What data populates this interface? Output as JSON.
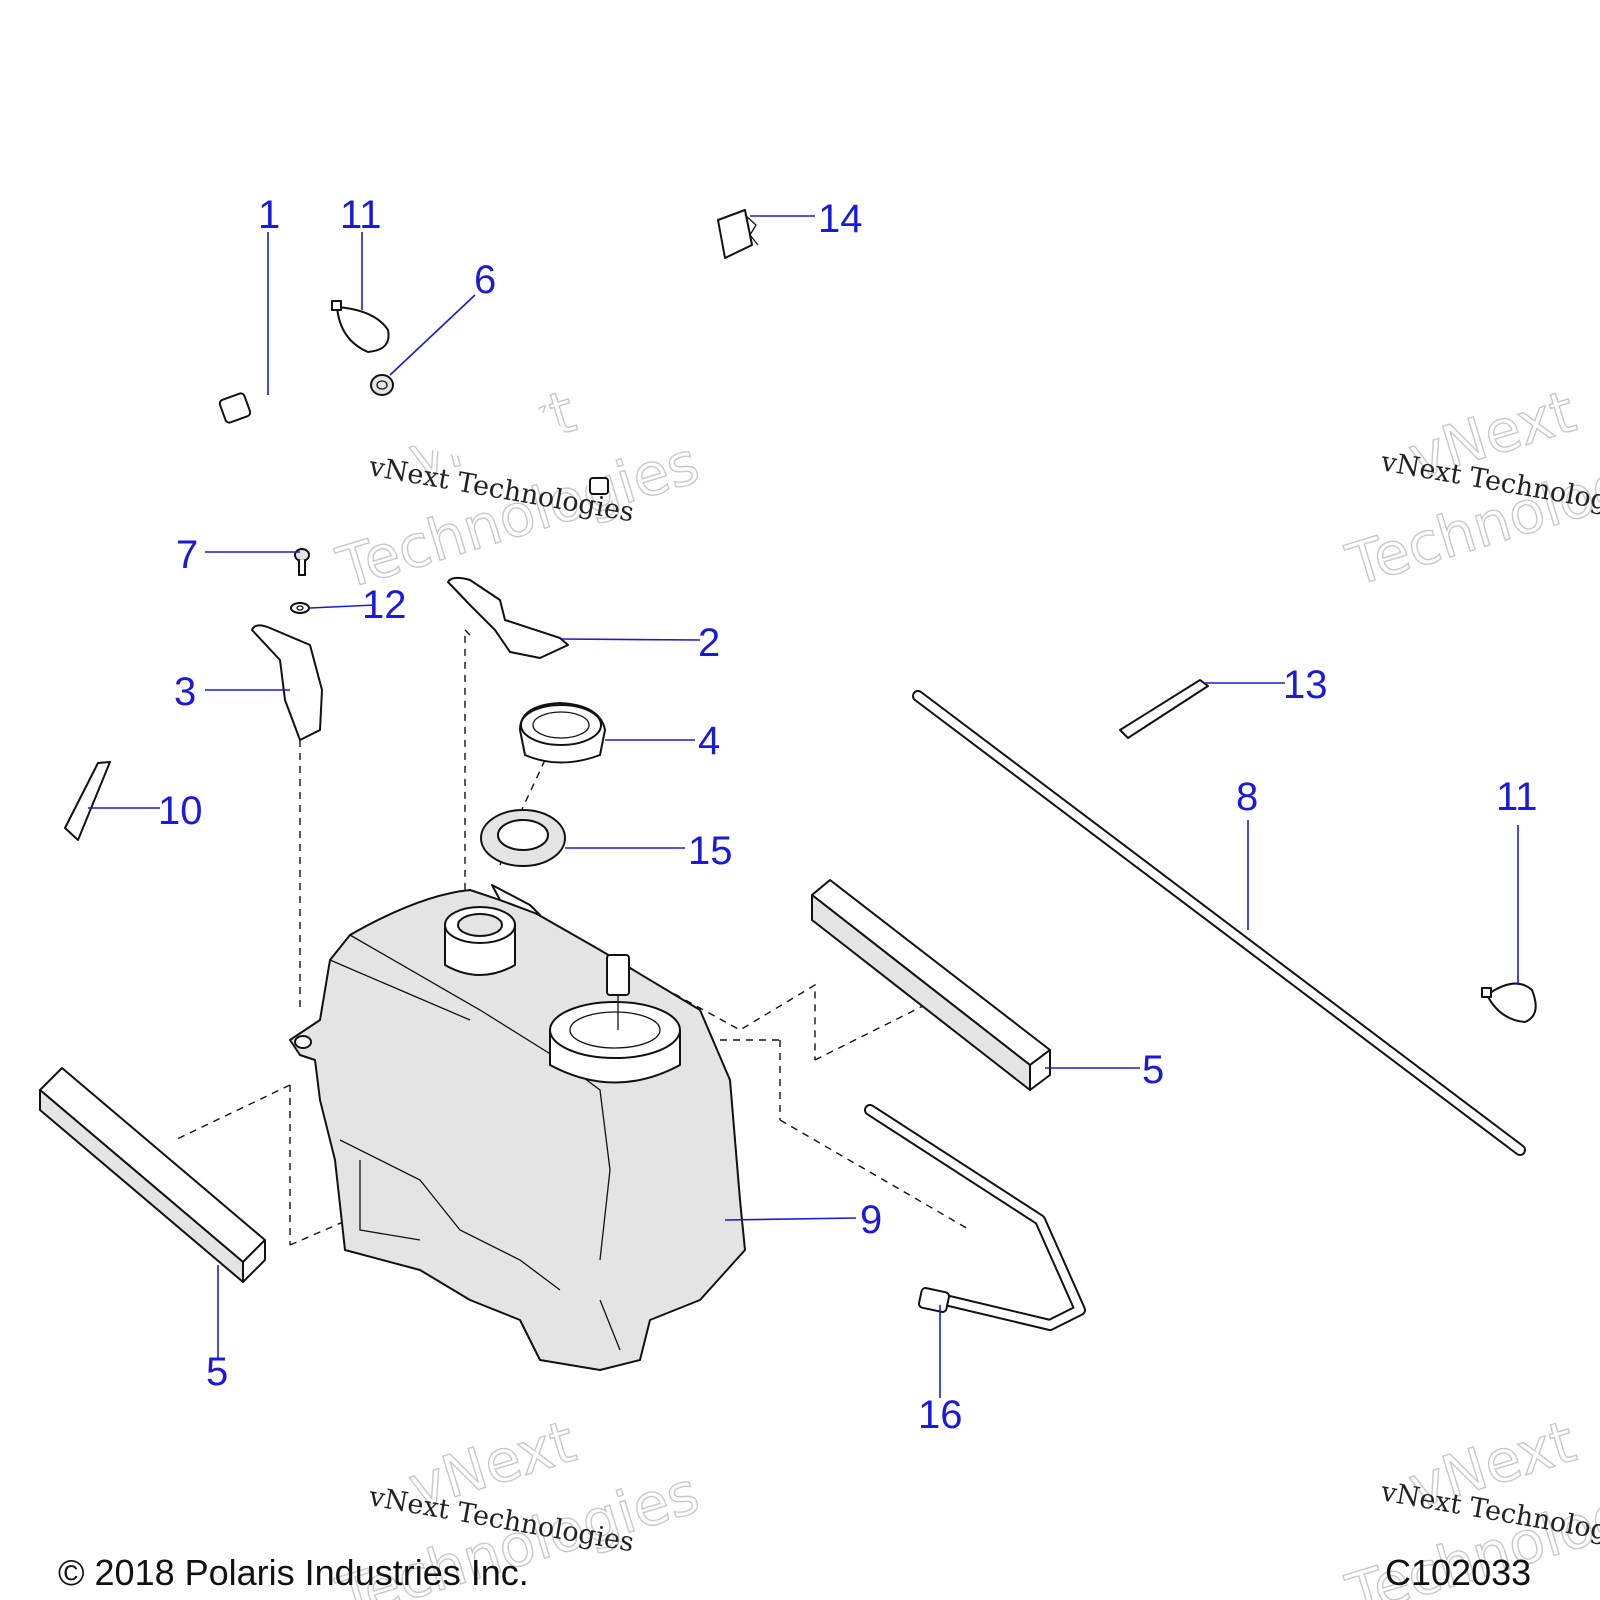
{
  "callouts": {
    "c1": "1",
    "c2": "2",
    "c3": "3",
    "c4": "4",
    "c5a": "5",
    "c5b": "5",
    "c6": "6",
    "c7": "7",
    "c8": "8",
    "c9": "9",
    "c10": "10",
    "c11a": "11",
    "c11b": "11",
    "c12": "12",
    "c13": "13",
    "c14": "14",
    "c15": "15",
    "c16": "16"
  },
  "watermarks": {
    "brand": "vNext Technologies",
    "outline_word1": "vNext",
    "outline_word2": "Technologies"
  },
  "footer": {
    "copyright": "© 2018 Polaris Industries Inc.",
    "drawing_number": "C102033"
  },
  "colors": {
    "callout_blue": "#1a1adc",
    "line_black": "#111111",
    "tank_shade": "#e4e4e4"
  }
}
